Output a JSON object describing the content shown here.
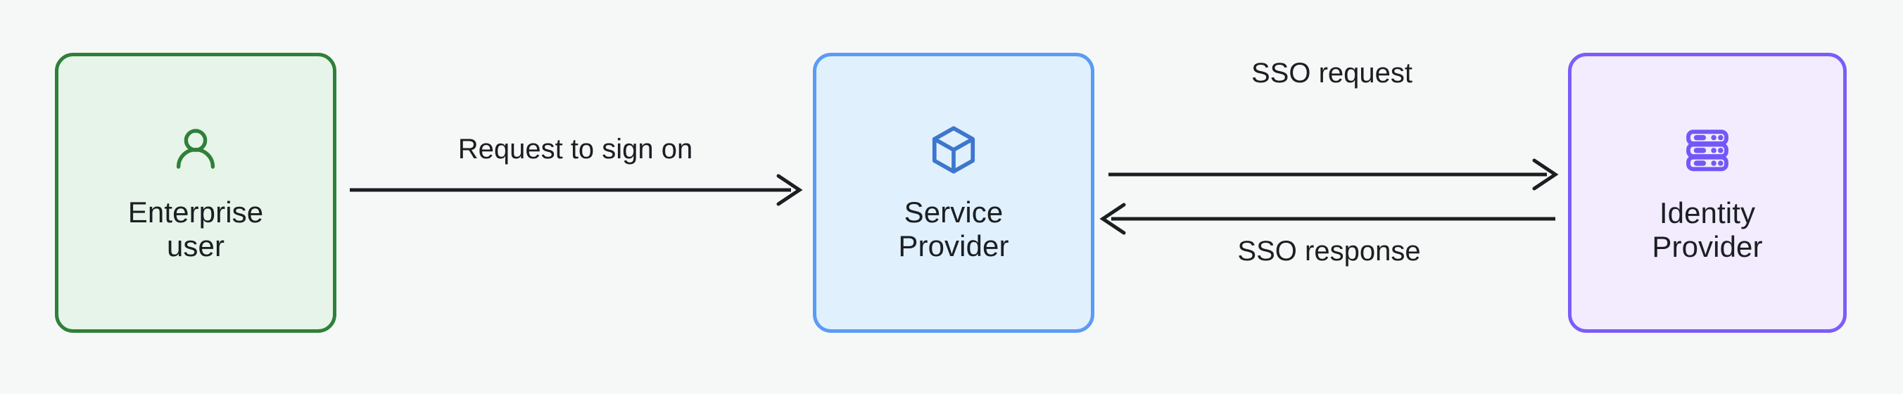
{
  "diagram": {
    "title": "SSO flow between enterprise user, service provider and identity provider",
    "background_color": "#f6f8f7",
    "nodes": [
      {
        "id": "enterprise-user",
        "label": "Enterprise\nuser",
        "icon": "person-icon",
        "border_color": "#2f8039",
        "fill_color": "#e7f4e9",
        "icon_color": "#2f8039"
      },
      {
        "id": "service-provider",
        "label": "Service\nProvider",
        "icon": "cube-icon",
        "border_color": "#5a9bf6",
        "fill_color": "#e1f0fd",
        "icon_color": "#3d76cd"
      },
      {
        "id": "identity-provider",
        "label": "Identity\nProvider",
        "icon": "server-rack-icon",
        "border_color": "#7c5cfa",
        "fill_color": "#f2ecfe",
        "icon_color": "#7358f7"
      }
    ],
    "edges": [
      {
        "id": "request-to-sign-on",
        "label": "Request to sign on",
        "from": "enterprise-user",
        "to": "service-provider",
        "direction": "right",
        "color": "#1b1f22"
      },
      {
        "id": "sso-request",
        "label": "SSO request",
        "from": "service-provider",
        "to": "identity-provider",
        "direction": "right",
        "color": "#1b1f22"
      },
      {
        "id": "sso-response",
        "label": "SSO response",
        "from": "identity-provider",
        "to": "service-provider",
        "direction": "left",
        "color": "#1b1f22"
      }
    ]
  }
}
